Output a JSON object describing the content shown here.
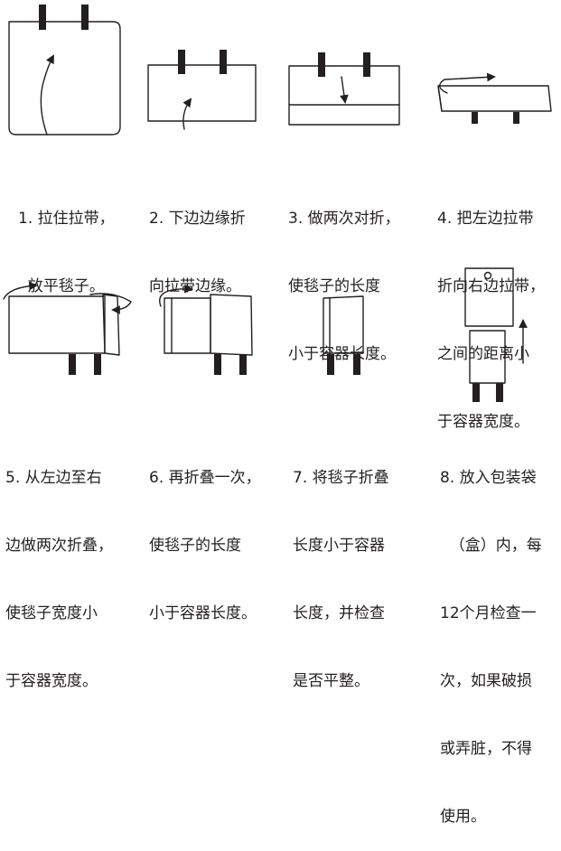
{
  "steps": [
    {
      "lines": [
        "1. 拉住拉带，",
        "  放平毯子。"
      ]
    },
    {
      "lines": [
        "2. 下边边缘折",
        "向拉带边缘。"
      ]
    },
    {
      "lines": [
        "3. 做两次对折，",
        "使毯子的长度",
        "小于容器长度。"
      ]
    },
    {
      "lines": [
        "4. 把左边拉带",
        "折向右边拉带，",
        "之间的距离小",
        "于容器宽度。"
      ]
    },
    {
      "lines": [
        "5. 从左边至右",
        "边做两次折叠，",
        "使毯子宽度小",
        "于容器宽度。"
      ]
    },
    {
      "lines": [
        "6. 再折叠一次，",
        "使毯子的长度",
        "小于容器长度。"
      ]
    },
    {
      "lines": [
        "7. 将毯子折叠",
        "长度小于容器",
        "长度，并检查",
        "是否平整。"
      ]
    },
    {
      "lines": [
        "8. 放入包装袋",
        "  （盒）内，每",
        "12个月检查一",
        "次，如果破损",
        "或弄脏，不得",
        "使用。"
      ]
    }
  ]
}
